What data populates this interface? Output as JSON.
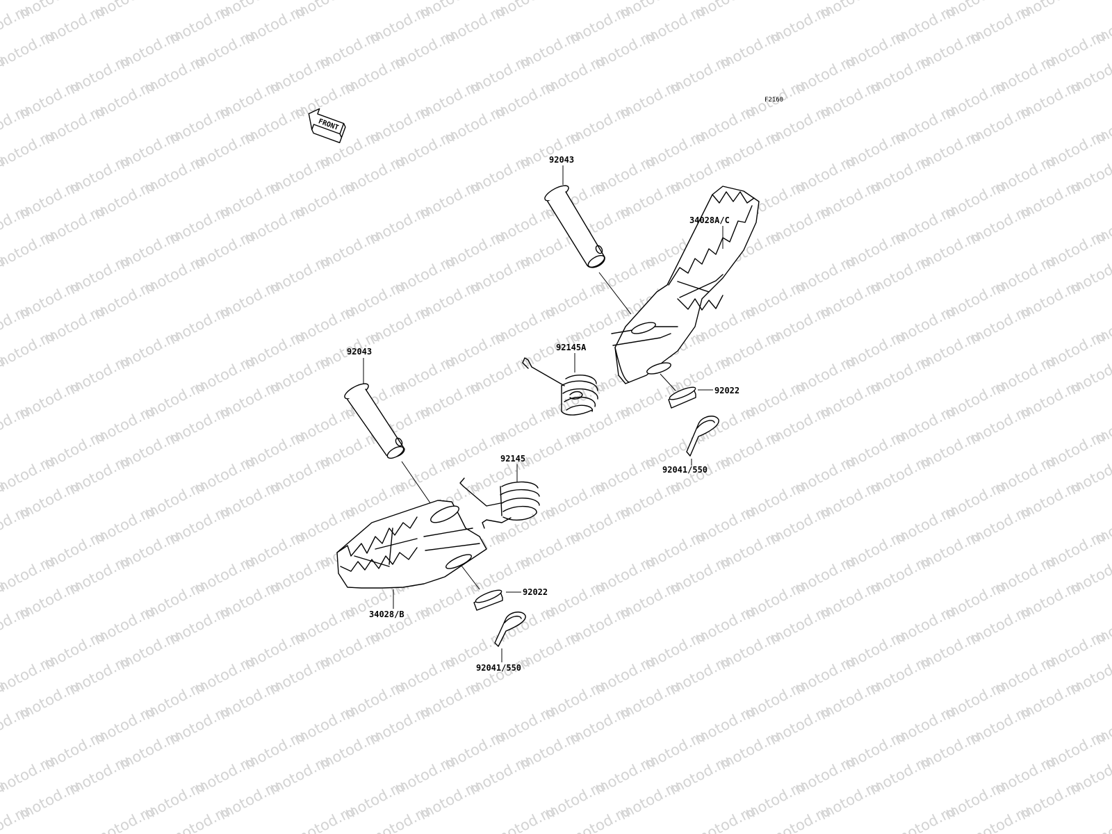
{
  "watermark": {
    "text": "motod.ru",
    "color": "#d3d3d3"
  },
  "figure_code": "F2160",
  "front_arrow": {
    "label": "FRONT",
    "icon": "front-direction-arrow-icon"
  },
  "labels": {
    "pin_right": "92043",
    "pin_left": "92043",
    "footpeg_right": "34028A/C",
    "footpeg_left": "34028/B",
    "spring_right": "92145A",
    "spring_left": "92145",
    "washer_right": "92022",
    "washer_left": "92022",
    "cotter_right": "92041/550",
    "cotter_left": "92041/550"
  }
}
